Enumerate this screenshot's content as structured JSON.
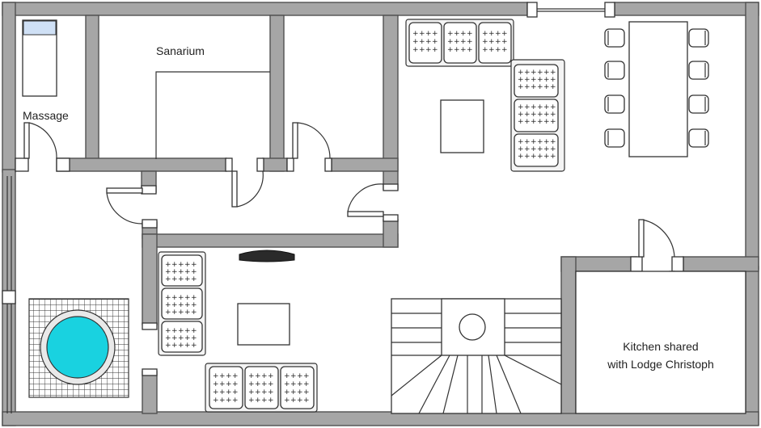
{
  "room_labels": {
    "massage": "Massage",
    "sanarium": "Sanarium",
    "kitchen_line1": "Kitchen shared",
    "kitchen_line2": "with Lodge Christoph"
  },
  "colors": {
    "wall_fill": "#a6a6a6",
    "wall_stroke": "#505050",
    "pool_water": "#19d2e0",
    "line": "#333333",
    "background": "#ffffff"
  }
}
